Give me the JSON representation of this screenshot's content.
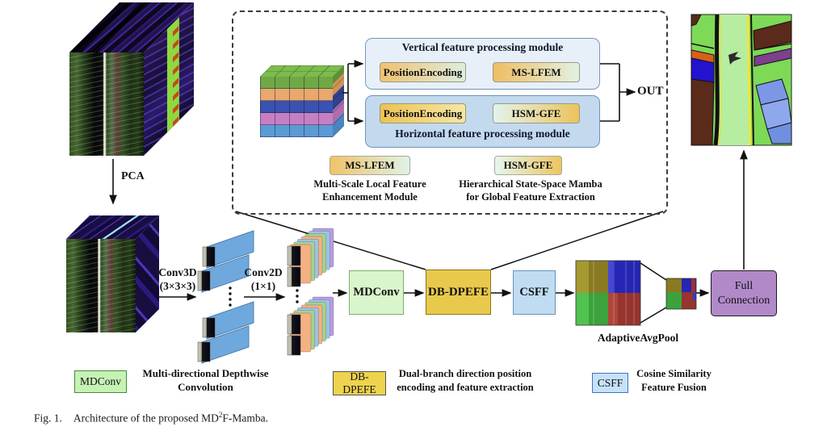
{
  "figure": {
    "caption_fig": "Fig. 1.",
    "caption_pre": "Architecture of the proposed MD",
    "caption_sup": "2",
    "caption_post": "F-Mamba."
  },
  "pipeline": {
    "pca": "PCA",
    "conv3d": "Conv3D",
    "conv3d_kernel": "(3×3×3)",
    "conv2d": "Conv2D",
    "conv2d_kernel": "(1×1)",
    "mdconv": "MDConv",
    "db_dpefe": "DB-DPEFE",
    "csff": "CSFF",
    "adaptive_avg_pool": "AdaptiveAvgPool",
    "full_connection_line1": "Full",
    "full_connection_line2": "Connection"
  },
  "detail_panel": {
    "vertical_title": "Vertical feature processing module",
    "horizontal_title": "Horizontal feature processing module",
    "position_encoding_vertical": "PositionEncoding",
    "position_encoding_horizontal": "PositionEncoding",
    "ms_lfem": "MS-LFEM",
    "hsm_gfe": "HSM-GFE",
    "out": "OUT",
    "ms_lfem_badge": "MS-LFEM",
    "ms_lfem_desc1": "Multi-Scale Local Feature",
    "ms_lfem_desc2": "Enhancement Module",
    "hsm_gfe_badge": "HSM-GFE",
    "hsm_gfe_desc1": "Hierarchical State-Space Mamba",
    "hsm_gfe_desc2": "for Global Feature Extraction"
  },
  "legend": {
    "mdconv_label": "MDConv",
    "mdconv_desc1": "Multi-directional Depthwise",
    "mdconv_desc2": "Convolution",
    "db_dpefe_label": "DB-DPEFE",
    "db_dpefe_desc1": "Dual-branch direction position",
    "db_dpefe_desc2": "encoding and feature extraction",
    "csff_label": "CSFF",
    "csff_desc1": "Cosine Similarity",
    "csff_desc2": "Feature Fusion"
  },
  "colors": {
    "mdconv_fill": "#d9f5cb",
    "db_dpefe_fill": "#e9c94b",
    "csff_fill": "#bfdcf2",
    "full_connection_fill": "#b189c9",
    "vertical_module_fill": "#e7eff8",
    "horizontal_module_fill": "#c3d9ee",
    "gold": "#edc45c",
    "mint": "#dff3e8",
    "slab_blue": "#6fa8dc",
    "block_green": "#6fa845",
    "block_orange": "#e8a86e",
    "block_navy": "#3a52b0",
    "block_pink": "#c77fc4",
    "block_blue": "#5b9bd5"
  }
}
